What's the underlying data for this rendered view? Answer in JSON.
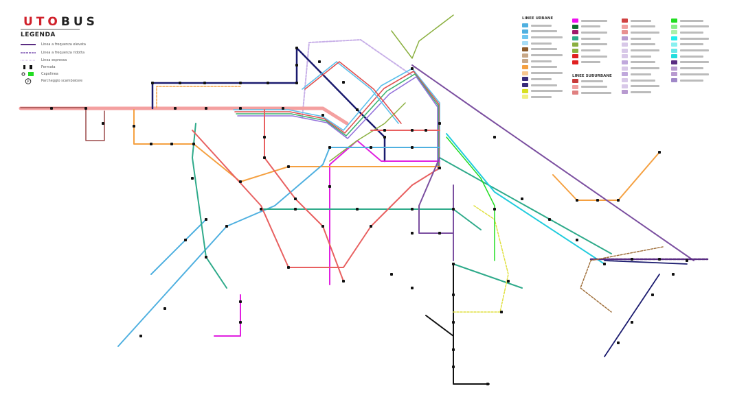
{
  "brand": {
    "part1": "UTO",
    "part2": "BUS"
  },
  "legend": {
    "title": "LEGENDA",
    "items": [
      {
        "label": "Linea a frequenza elevata",
        "icon": "solid-line-icon",
        "color": "#5a2d82"
      },
      {
        "label": "Linea a frequenza ridotta",
        "icon": "dashed-line-icon",
        "color": "#9b7cc4"
      },
      {
        "label": "Linea espressa",
        "icon": "dotted-line-icon",
        "color": "#c0a0e0"
      },
      {
        "label": "Fermata",
        "icon": "stop-icon",
        "color": "#111111"
      },
      {
        "label": "Capolinea",
        "icon": "terminus-icon",
        "color": "#22dd22"
      },
      {
        "label": "Parcheggio scambiatore",
        "icon": "parking-icon",
        "color": "#222222"
      }
    ]
  },
  "line_legend": {
    "urban_header": "LINEE URBANE",
    "suburban_header": "LINEE SUBURBANE",
    "urban_colors": [
      "#4fb0e0",
      "#4fb0e0",
      "#6ec6f0",
      "#a8dcf5",
      "#8b5a2b",
      "#c8a888",
      "#c8a888",
      "#f5a040",
      "#f8c890",
      "#3a2d7a",
      "#3a2d7a",
      "#d8e020",
      "#f0f080",
      "#ee10ee",
      "#0e6b2e",
      "#a0186a",
      "#2eaa8a",
      "#8bb040",
      "#8bb040",
      "#e02020",
      "#e02020"
    ],
    "suburban_colors": [
      "#c83a3a",
      "#f0a0a0",
      "#e08080",
      "#d04040",
      "#f0a0a0",
      "#e89090",
      "#b89ad0",
      "#d8c8e8",
      "#d8c8e8",
      "#d8c8e8",
      "#c0a8dc",
      "#d8c8e8",
      "#c0a8dc",
      "#d8c8e8",
      "#d8c8e8",
      "#b89ad0",
      "#22dd22",
      "#88ee88",
      "#aaf0aa",
      "#22eeee",
      "#88f0f0",
      "#66e8e8",
      "#22dddd",
      "#5a2d82",
      "#b89ad0",
      "#b89ad0",
      "#a088c8"
    ]
  },
  "accent_colors": {
    "brand_red": "#d0202a",
    "express": "#c0a0e0"
  }
}
